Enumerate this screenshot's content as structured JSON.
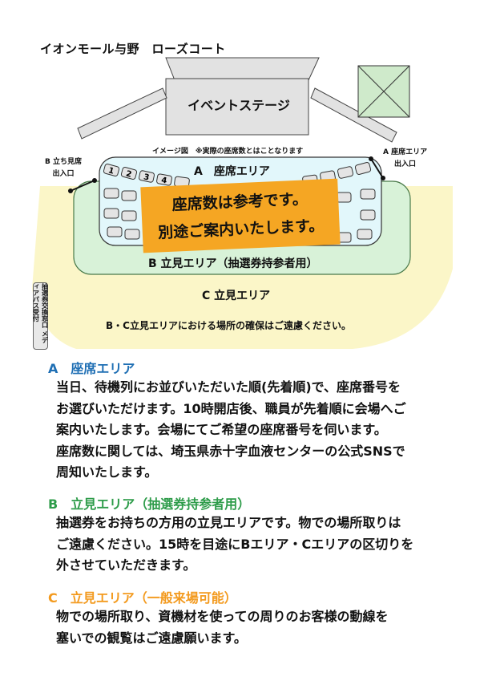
{
  "venue_title": "イオンモール与野　ローズコート",
  "diagram": {
    "stage_label": "イベントステージ",
    "image_note": "イメージ図　※実際の座席数とはことなります",
    "exit_b": [
      "B 立ち見席",
      "出入口"
    ],
    "exit_a": [
      "A 座席エリア",
      "出入口"
    ],
    "area_a_label": "A　座席エリア",
    "area_b_label": "B 立見エリア（抽選券持参者用）",
    "area_c_label": "C 立見エリア",
    "seat_numbers": [
      "1",
      "2",
      "3",
      "4"
    ],
    "notice_lines": [
      "座席数は参考です。",
      "別途ご案内いたします。"
    ],
    "media_booth": "抽選券交換窓口 メディアパス受付",
    "c_note": "B・C立見エリアにおける場所の確保はご遠慮ください。",
    "colors": {
      "area_a_fill": "#e2f7fb",
      "area_b_fill": "#d8f2d8",
      "area_c_fill": "#fbf6c8",
      "stage_fill": "#e2e2e2",
      "notice_fill": "#f5a623",
      "box_fill": "#cfeacb"
    }
  },
  "sections": [
    {
      "heading": "A　座席エリア",
      "color": "#1f6fb4",
      "lines": [
        "当日、待機列にお並びいただいた順(先着順)で、座席番号を",
        "お選びいただけます。10時開店後、職員が先着順に会場へご",
        "案内いたします。会場にてご希望の座席番号を伺います。",
        "座席数に関しては、埼玉県赤十字血液センターの公式SNSで",
        "周知いたします。"
      ]
    },
    {
      "heading": "B　立見エリア（抽選券持参者用）",
      "color": "#2e9c4a",
      "lines": [
        "抽選券をお持ちの方用の立見エリアです。物での場所取りは",
        "ご遠慮ください。15時を目途にBエリア・Cエリアの区切りを",
        "外させていただきます。"
      ]
    },
    {
      "heading": "C　立見エリア（一般来場可能）",
      "color": "#f39a1e",
      "lines": [
        "物での場所取り、資機材を使っての周りのお客様の動線を",
        "塞いでの観覧はご遠慮願います。"
      ]
    }
  ]
}
